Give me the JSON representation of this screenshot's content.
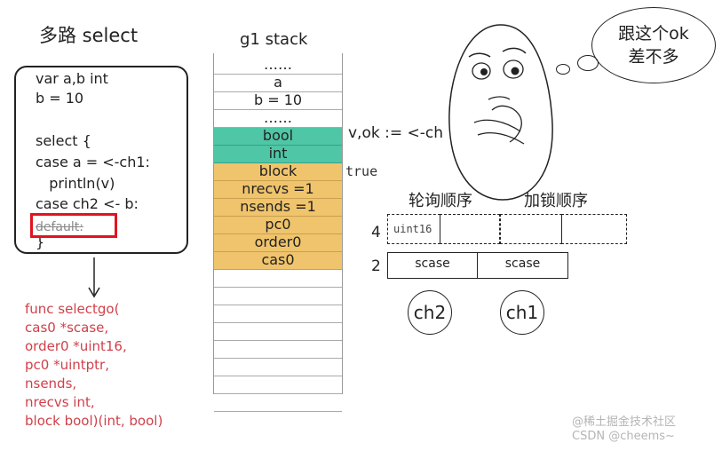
{
  "title": "多路 select",
  "code_lines": [
    "var a,b int",
    "b = 10",
    "",
    "select {",
    "case a = <-ch1:",
    "   println(v)",
    "case ch2 <- b:",
    "default:",
    "}"
  ],
  "stack": {
    "title": "g1 stack",
    "slots": [
      {
        "label": "……",
        "color": "none"
      },
      {
        "label": "a",
        "color": "none"
      },
      {
        "label": "b = 10",
        "color": "none"
      },
      {
        "label": "……",
        "color": "none"
      },
      {
        "label": "bool",
        "color": "green"
      },
      {
        "label": "int",
        "color": "green"
      },
      {
        "label": "block",
        "color": "orange"
      },
      {
        "label": "nrecvs =1",
        "color": "orange"
      },
      {
        "label": "nsends =1",
        "color": "orange"
      },
      {
        "label": "pc0",
        "color": "orange"
      },
      {
        "label": "order0",
        "color": "orange"
      },
      {
        "label": "cas0",
        "color": "orange"
      }
    ],
    "empty_rows": 8
  },
  "annotations": {
    "vok": "v,ok := <-ch",
    "true_label": "true"
  },
  "thought_bubble": "跟这个ok\n差不多",
  "queues": {
    "poll_order_label": "轮询顺序",
    "lock_order_label": "加锁顺序",
    "row4_index": "4",
    "row4_cell_label": "uint16",
    "row2_index": "2",
    "scase1": "scase",
    "scase2": "scase"
  },
  "channels": [
    "ch2",
    "ch1"
  ],
  "func_lines": [
    "func selectgo(",
    "cas0 *scase,",
    "order0 *uint16,",
    "pc0 *uintptr,",
    "nsends,",
    "nrecvs int,",
    "block bool)(int, bool)"
  ],
  "watermark": "@稀土掘金技术社区\nCSDN @cheems~"
}
